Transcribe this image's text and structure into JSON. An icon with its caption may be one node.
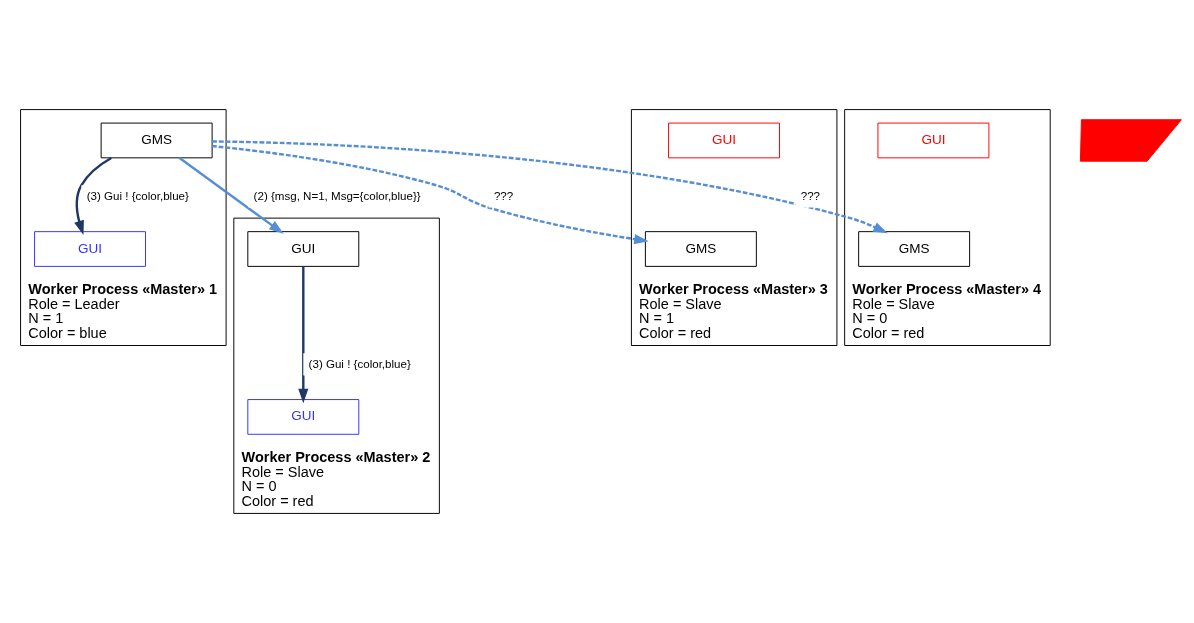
{
  "diagram": {
    "nodes": [
      {
        "text": [
          "Worker Process «Master» 1",
          "Role = Leader",
          "N = 1",
          "Color = blue"
        ]
      },
      {
        "text": [
          "GUI"
        ],
        "in": 0
      },
      {
        "text": [
          "GMS"
        ],
        "in": 0
      },
      {
        "text": [
          "Worker Process «Master» 2",
          "Role = Slave",
          "N = 0",
          "Color = red"
        ]
      },
      {
        "text": [
          "GUI"
        ],
        "in": 3
      },
      {
        "text": [
          "GUI"
        ],
        "in": 3
      },
      {
        "text": [
          "Worker Process «Master» 3",
          "Role = Slave",
          "N = 1",
          "Color = red"
        ]
      },
      {
        "text": [
          "GMS"
        ],
        "in": 6
      },
      {
        "text": [
          "GUI"
        ],
        "in": 6
      },
      {
        "text": [
          "Worker Process «Master» 4",
          "Role = Slave",
          "N = 0",
          "Color = red"
        ]
      },
      {
        "text": [
          "GMS"
        ],
        "in": 9
      },
      {
        "text": [
          "GUI"
        ],
        "in": 9
      },
      {
        "text": [],
        "shape": "cross"
      }
    ],
    "edges": [
      {
        "from": 2,
        "to": 1,
        "arrow": "to",
        "label": "(3) Gui ! {color,blue}",
        "color": "#1f3864"
      },
      {
        "from": 5,
        "to": 4,
        "arrow": "to",
        "label": "(3) Gui ! {color,blue}",
        "color": "#1f3864"
      },
      {
        "from": 2,
        "to": 5,
        "arrow": "to",
        "label": "(2) {msg, N=1, Msg={color,blue}}"
      },
      {
        "from": 2,
        "to": 7,
        "arrow": "to",
        "label": "???",
        "style": "dashed"
      },
      {
        "from": 2,
        "to": 10,
        "arrow": "to",
        "label": "???",
        "style": "dashed"
      }
    ]
  }
}
